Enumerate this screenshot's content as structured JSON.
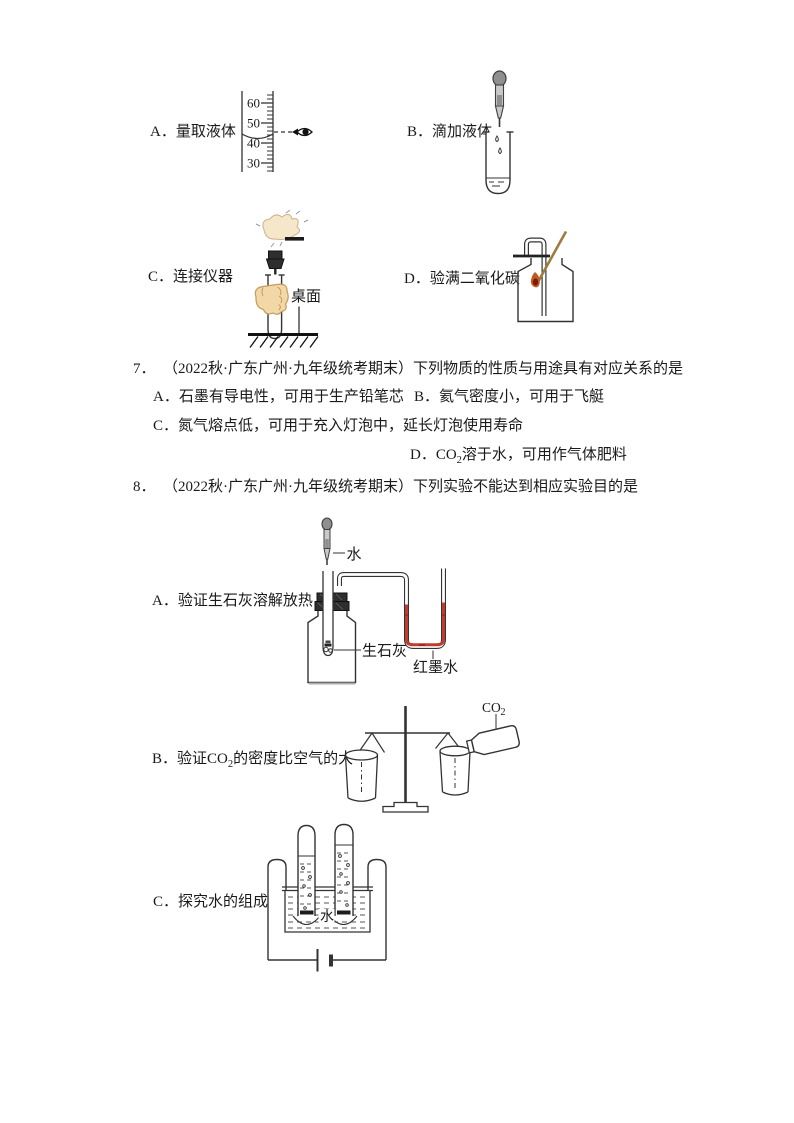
{
  "page": {
    "background": "#ffffff"
  },
  "colors": {
    "red_ink": "#c23b2e",
    "flame_outer": "#c05a20",
    "flame_inner": "#7d1708",
    "splint_brown": "#a07b3e",
    "hand_fill": "#f2d8a7",
    "hand_faded_fill": "#f6e6c8",
    "dropper_gray": "#8f8f8f"
  },
  "prev_options": {
    "a_label": "A．量取液体",
    "b_label": "B．滴加液体",
    "c_label": "C．连接仪器",
    "d_label": "D．验满二氧化碳"
  },
  "fig_cylinder": {
    "ticks": [
      "60",
      "50",
      "40",
      "30"
    ]
  },
  "fig_connect": {
    "desk_label": "桌面"
  },
  "q7": {
    "number": "7．",
    "stem": "（2022秋·广东广州·九年级统考期末）下列物质的性质与用途具有对应关系的是",
    "option_a": "A．石墨有导电性，可用于生产铅笔芯",
    "option_b": "B．氦气密度小，可用于飞艇",
    "option_c": "C．氮气熔点低，可用于充入灯泡中，延长灯泡使用寿命",
    "option_d_prefix": "D．CO",
    "option_d_sub": "2",
    "option_d_suffix": "溶于水，可用作气体肥料"
  },
  "q8": {
    "number": "8．",
    "stem": "（2022秋·广东广州·九年级统考期末）下列实验不能达到相应实验目的是",
    "option_a": "A．验证生石灰溶解放热",
    "option_b_prefix": "B．验证CO",
    "option_b_sub": "2",
    "option_b_suffix": "的密度比空气的大",
    "option_c": "C．探究水的组成",
    "fig_a_labels": {
      "water": "水",
      "quicklime": "生石灰",
      "red_ink": "红墨水"
    },
    "fig_b_labels": {
      "gas": "CO",
      "gas_sub": "2"
    },
    "fig_c_labels": {
      "water": "水"
    }
  }
}
